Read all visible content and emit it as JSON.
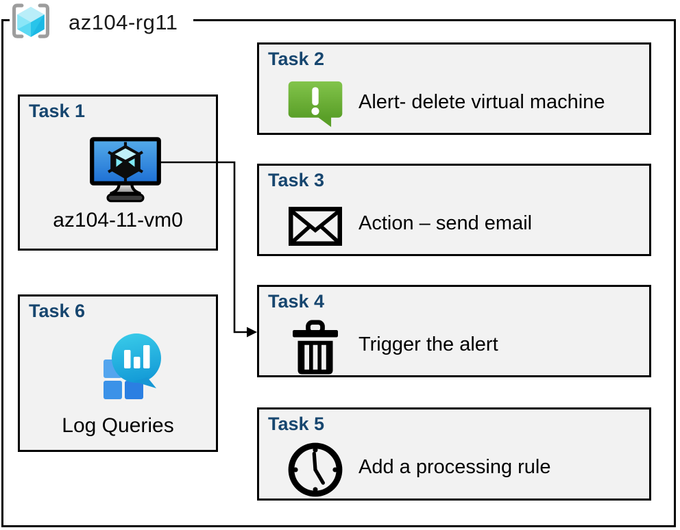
{
  "resource_group": {
    "name": "az104-rg11",
    "icon": "resource-group-icon"
  },
  "tasks": {
    "t1": {
      "label": "Task 1",
      "caption": "az104-11-vm0",
      "icon": "virtual-machine-icon"
    },
    "t2": {
      "label": "Task 2",
      "caption": "Alert- delete virtual machine",
      "icon": "alert-message-icon"
    },
    "t3": {
      "label": "Task 3",
      "caption": "Action – send email",
      "icon": "email-envelope-icon"
    },
    "t4": {
      "label": "Task 4",
      "caption": "Trigger the alert",
      "icon": "trash-icon"
    },
    "t5": {
      "label": "Task 5",
      "caption": "Add a processing rule",
      "icon": "clock-icon"
    },
    "t6": {
      "label": "Task 6",
      "caption": "Log Queries",
      "icon": "log-queries-icon"
    }
  },
  "connector": {
    "from": "t1",
    "to": "t4"
  },
  "colors": {
    "task_title": "#17466f",
    "box_fill": "#f2f2f2",
    "box_border": "#000000",
    "alert_green": "#6db33a",
    "vm_screen_blue": "#2f86e0",
    "log_teal": "#22b8e0",
    "cube_cyan": "#4fd4f1",
    "bracket_gray": "#9d9d9d"
  }
}
